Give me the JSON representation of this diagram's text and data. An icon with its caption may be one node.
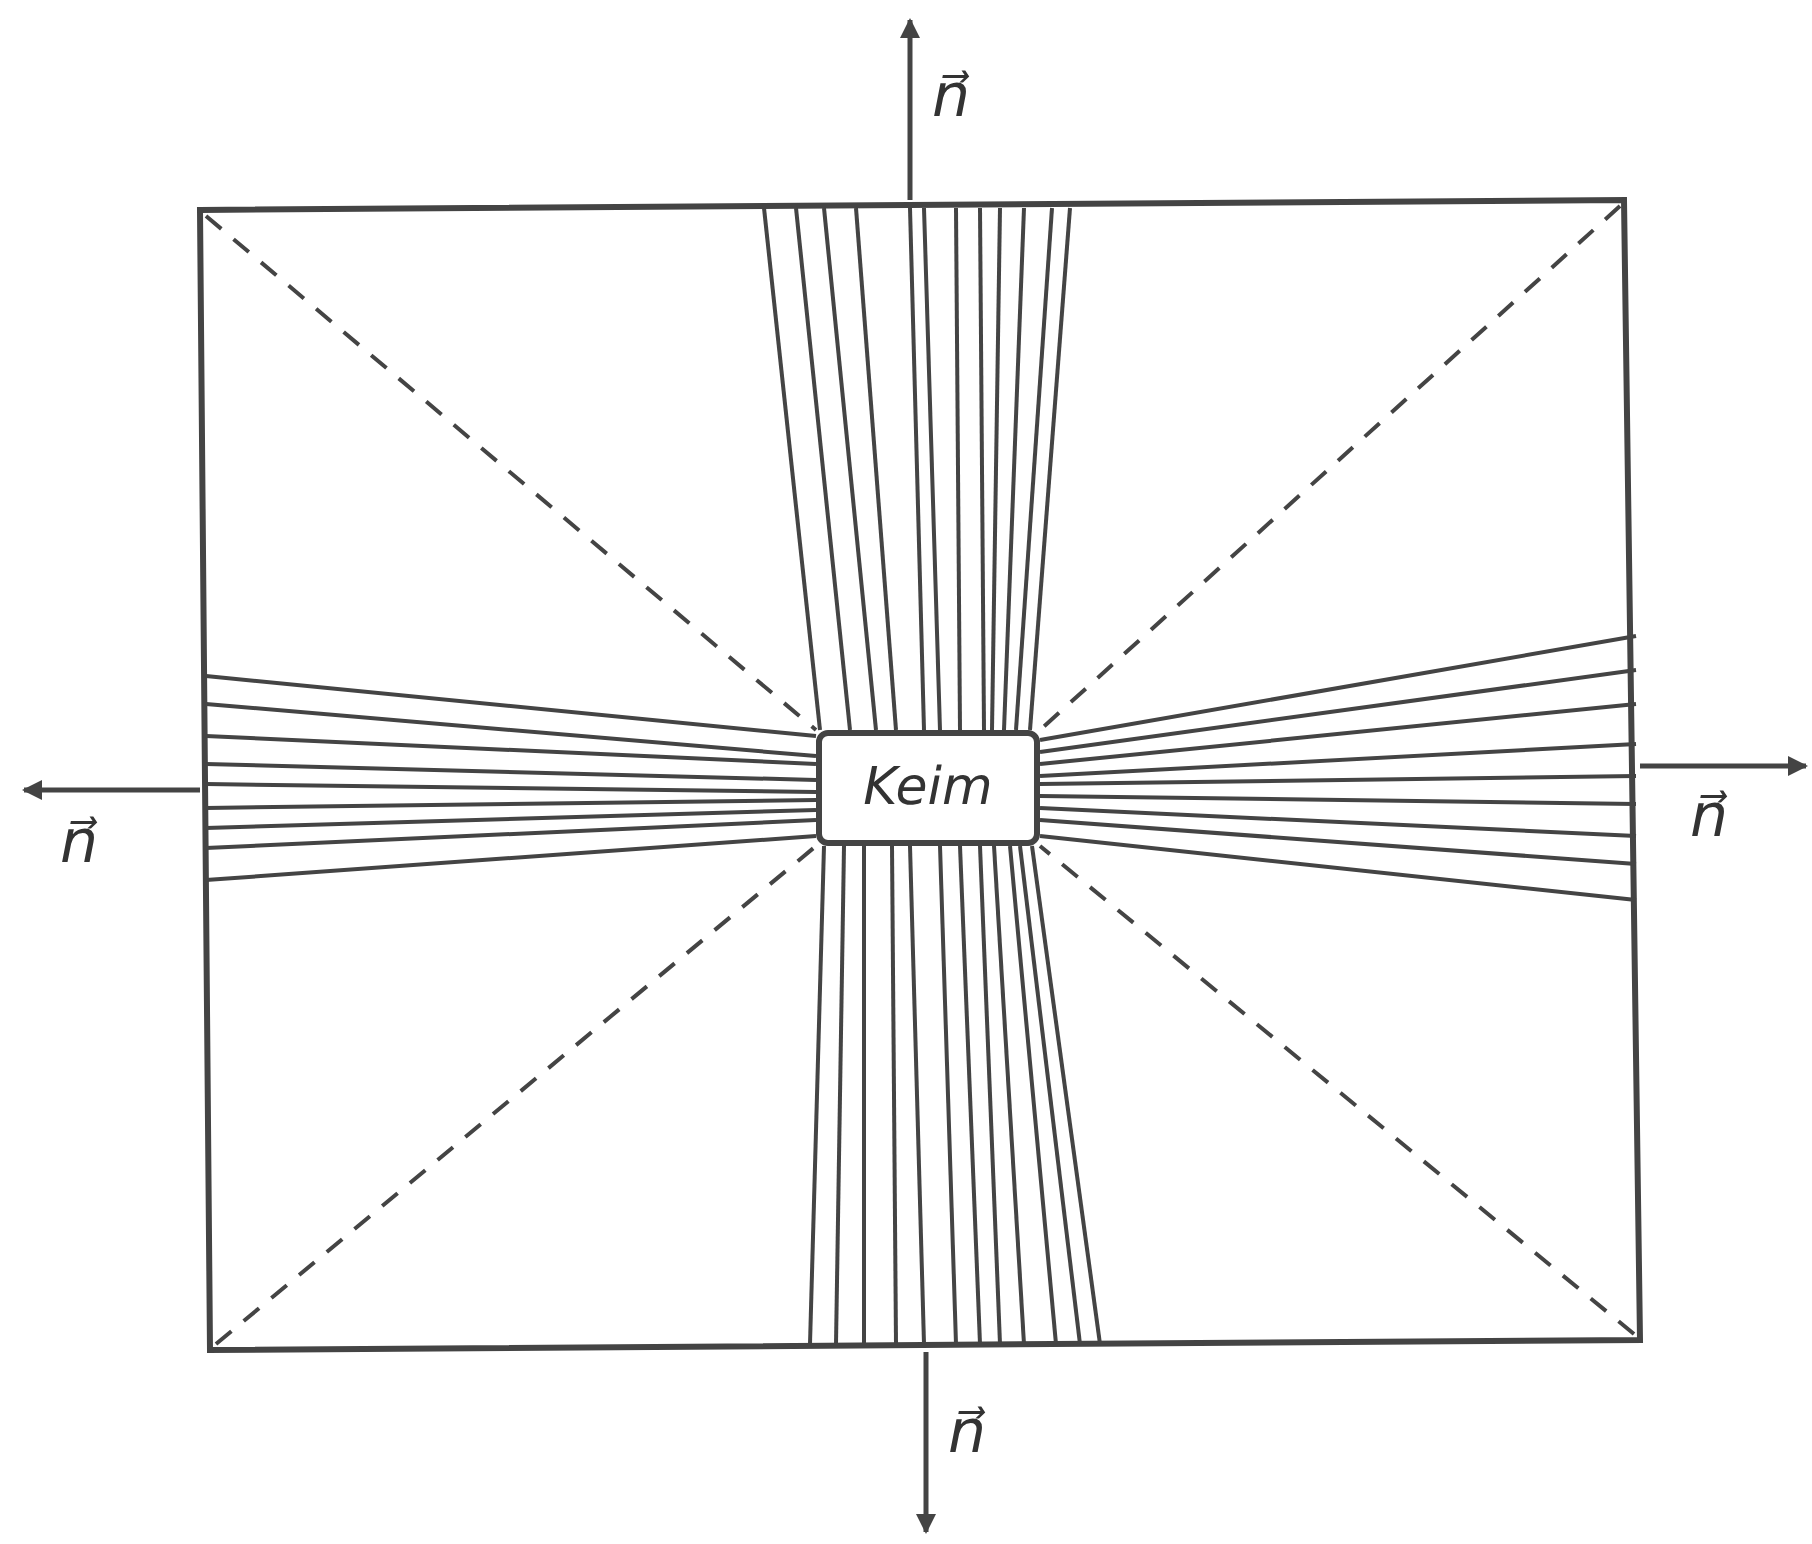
{
  "diagram": {
    "nodes": [
      {
        "text": [
          "Keim"
        ]
      }
    ],
    "labels": [
      "n⃗",
      "n⃗",
      "n⃗",
      "n⃗"
    ]
  }
}
